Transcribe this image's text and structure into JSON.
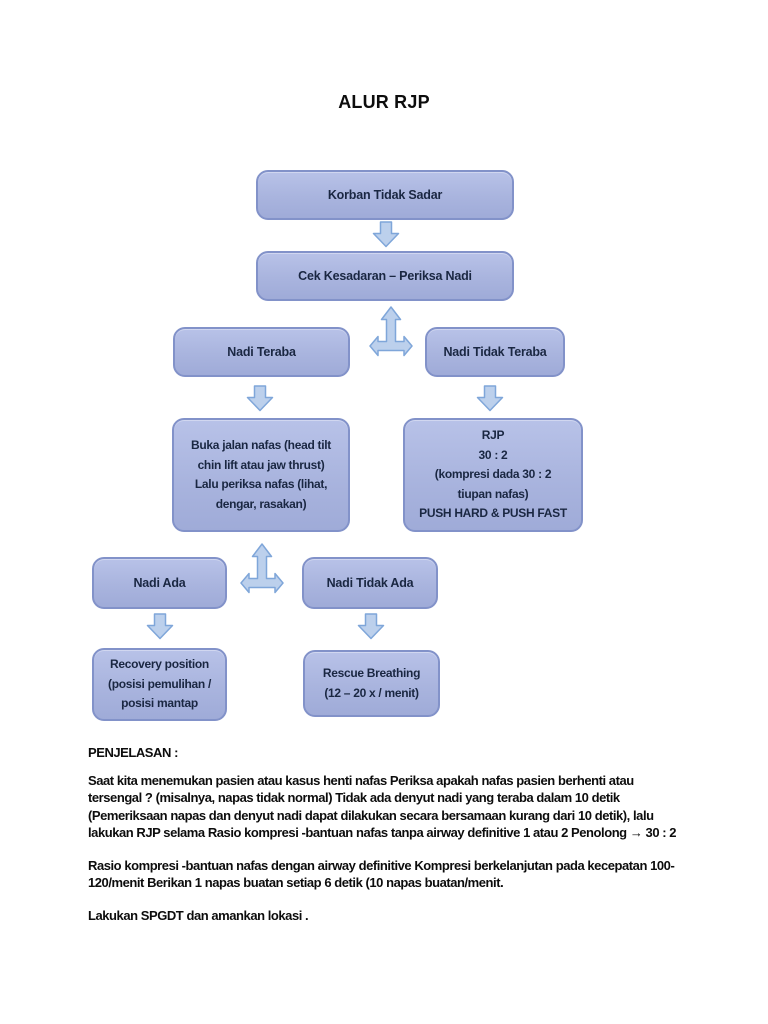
{
  "title": "ALUR RJP",
  "flowchart": {
    "korban": "Korban Tidak Sadar",
    "cek": "Cek Kesadaran – Periksa Nadi",
    "nadi_teraba": "Nadi Teraba",
    "nadi_tidak_teraba": "Nadi Tidak Teraba",
    "buka_jalan": "Buka jalan nafas (head tilt\nchin lift atau jaw thrust)\nLalu periksa nafas (lihat,\ndengar, rasakan)",
    "rjp": "RJP\n30 : 2\n(kompresi dada 30 : 2\ntiupan nafas)\nPUSH HARD & PUSH FAST",
    "nadi_ada": "Nadi Ada",
    "nadi_tidak_ada": "Nadi Tidak Ada",
    "recovery": "Recovery position\n(posisi pemulihan /\nposisi mantap",
    "rescue": "Rescue Breathing\n(12 – 20 x / menit)"
  },
  "explanation": {
    "heading": "PENJELASAN :",
    "para1": "Saat kita menemukan pasien atau kasus henti nafas Periksa apakah nafas pasien berhenti atau\ntersengal ? (misalnya, napas tidak normal) Tidak ada denyut nadi yang teraba dalam 10 detik\n(Pemeriksaan napas dan denyut nadi dapat dilakukan secara bersamaan kurang dari 10 detik), lalu\nlakukan RJP selama Rasio kompresi -bantuan nafas tanpa airway definitive 1 atau 2 Penolong → 30 : 2",
    "para2": "Rasio kompresi -bantuan nafas dengan airway definitive Kompresi berkelanjutan pada kecepatan 100-\n120/menit Berikan 1 napas buatan setiap 6 detik (10 napas buatan/menit.",
    "para3": "Lakukan SPGDT dan amankan lokasi ."
  },
  "colors": {
    "box_fill_top": "#b8c2e8",
    "box_fill_bottom": "#9fabd8",
    "box_border": "#8292c9",
    "box_text": "#1a2742",
    "arrow_fill": "#bcd0ec",
    "arrow_border": "#7fa6d9",
    "page_background": "#ffffff"
  }
}
